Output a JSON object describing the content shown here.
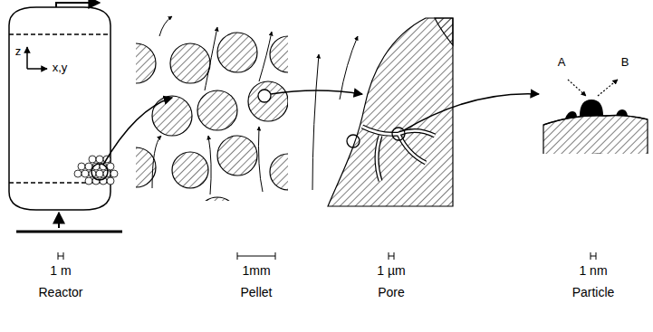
{
  "diagram": {
    "labels": [
      "z",
      "x,y",
      "A",
      "B",
      "1 m",
      "Reactor",
      "1mm",
      "Pellet",
      "1 µm",
      "Pore",
      "1 nm",
      "Particle"
    ]
  }
}
